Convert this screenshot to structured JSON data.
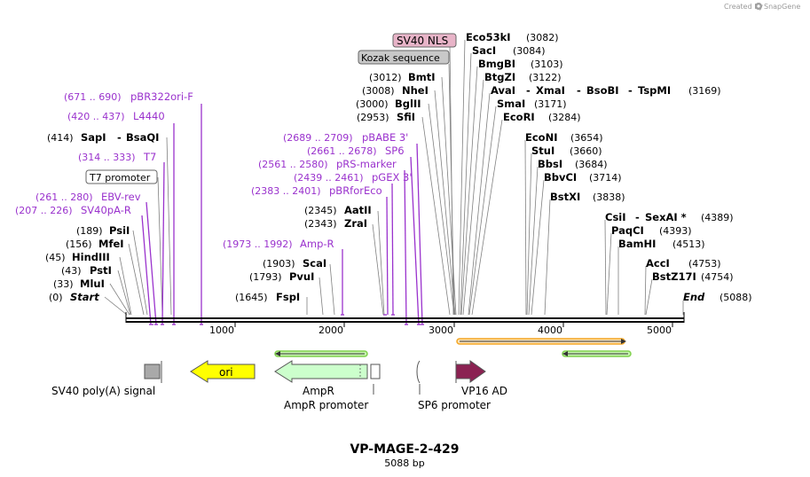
{
  "credit": {
    "text": "Created by",
    "brand": "SnapGene"
  },
  "title": "VP-MAGE-2-429",
  "subtitle": "5088 bp",
  "sequence_length": 5088,
  "ticks": [
    "1000",
    "2000",
    "3000",
    "4000",
    "5000"
  ],
  "boxed_labels": {
    "sv40_nls": "SV40 NLS",
    "kozak": "Kozak sequence",
    "t7_promoter": "T7 promoter"
  },
  "enzymes_left": [
    {
      "pos": "(0)",
      "name": "Start"
    },
    {
      "pos": "(33)",
      "name": "MluI"
    },
    {
      "pos": "(43)",
      "name": "PstI"
    },
    {
      "pos": "(45)",
      "name": "HindIII"
    },
    {
      "pos": "(156)",
      "name": "MfeI"
    },
    {
      "pos": "(189)",
      "name": "PsiI"
    },
    {
      "pos": "(414)",
      "name": "SapI",
      "name2": "BsaQI",
      "sep": "-"
    }
  ],
  "enzymes_middle": [
    {
      "pos": "(1645)",
      "name": "FspI"
    },
    {
      "pos": "(1793)",
      "name": "PvuI"
    },
    {
      "pos": "(1903)",
      "name": "ScaI"
    },
    {
      "pos": "(2343)",
      "name": "ZraI"
    },
    {
      "pos": "(2345)",
      "name": "AatII"
    }
  ],
  "enzymes_cluster": [
    {
      "pos": "(3012)",
      "name": "BmtI"
    },
    {
      "pos": "(3008)",
      "name": "NheI"
    },
    {
      "pos": "(3000)",
      "name": "BglII"
    },
    {
      "pos": "(2953)",
      "name": "SfiI"
    }
  ],
  "enzymes_right": [
    {
      "pos": "(3082)",
      "name": "Eco53kI"
    },
    {
      "pos": "(3084)",
      "name": "SacI"
    },
    {
      "pos": "(3103)",
      "name": "BmgBI"
    },
    {
      "pos": "(3122)",
      "name": "BtgZI"
    },
    {
      "pos": "(3169)",
      "name": "AvaI",
      "name2": "XmaI",
      "name3": "BsoBI",
      "name4": "TspMI",
      "sep": "-"
    },
    {
      "pos": "(3171)",
      "name": "SmaI"
    },
    {
      "pos": "(3284)",
      "name": "EcoRI"
    },
    {
      "pos": "(3654)",
      "name": "EcoNI"
    },
    {
      "pos": "(3660)",
      "name": "StuI"
    },
    {
      "pos": "(3684)",
      "name": "BbsI"
    },
    {
      "pos": "(3714)",
      "name": "BbvCI"
    },
    {
      "pos": "(3838)",
      "name": "BstXI"
    },
    {
      "pos": "(4389)",
      "name": "CsiI",
      "name2": "SexAI *",
      "sep": "-"
    },
    {
      "pos": "(4393)",
      "name": "PaqCI"
    },
    {
      "pos": "(4513)",
      "name": "BamHI"
    },
    {
      "pos": "(4753)",
      "name": "AccI"
    },
    {
      "pos": "(4754)",
      "name": "BstZ17I"
    },
    {
      "pos": "(5088)",
      "name": "End"
    }
  ],
  "primers": [
    {
      "range": "(671 .. 690)",
      "name": "pBR322ori-F"
    },
    {
      "range": "(420 .. 437)",
      "name": "L4440"
    },
    {
      "range": "(314 .. 333)",
      "name": "T7"
    },
    {
      "range": "(261 .. 280)",
      "name": "EBV-rev"
    },
    {
      "range": "(207 .. 226)",
      "name": "SV40pA-R"
    },
    {
      "range": "(1973 .. 1992)",
      "name": "Amp-R"
    },
    {
      "range": "(2689 .. 2709)",
      "name": "pBABE 3'"
    },
    {
      "range": "(2661 .. 2678)",
      "name": "SP6"
    },
    {
      "range": "(2561 .. 2580)",
      "name": "pRS-marker"
    },
    {
      "range": "(2439 .. 2461)",
      "name": "pGEX 3'"
    },
    {
      "range": "(2383 .. 2401)",
      "name": "pBRforEco"
    }
  ],
  "features": {
    "sv40_polya": "SV40 poly(A) signal",
    "ori": "ori",
    "ampr": "AmpR",
    "ampr_promoter": "AmpR promoter",
    "sp6_promoter": "SP6 promoter",
    "vp16_ad": "VP16 AD"
  },
  "colors": {
    "primer": "#9a32cd",
    "ori": "#ffff00",
    "ampr": "#ccffcc",
    "vp16": "#8b2252",
    "sv40pa": "#a9a9a9",
    "orf_orange": "#f5a623",
    "orf_green": "#7fd14b",
    "backbone": "#000000"
  }
}
